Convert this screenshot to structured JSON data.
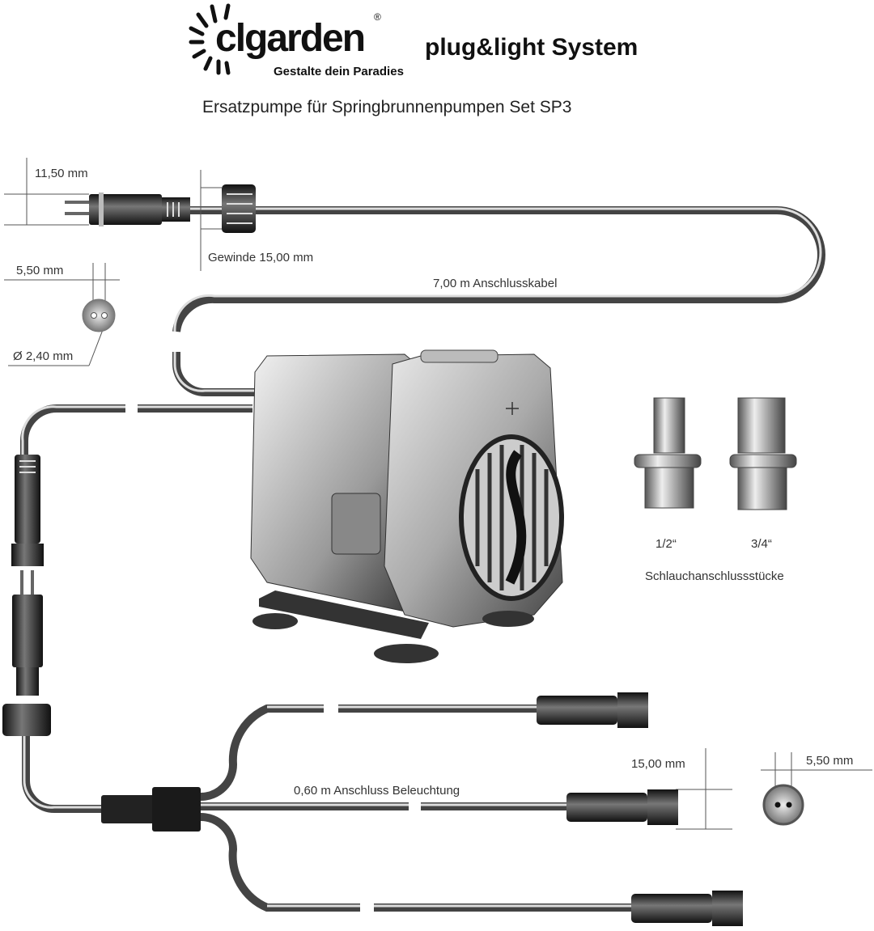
{
  "logo": {
    "brand": "clgarden",
    "registered": "®",
    "tagline": "Gestalte dein Paradies"
  },
  "header": {
    "system": "plug&light System",
    "subtitle": "Ersatzpumpe für Springbrunnenpumpen Set SP3"
  },
  "dimensions": {
    "plug_diameter": "11,50 mm",
    "thread": "Gewinde 15,00 mm",
    "pin_spacing_left": "5,50 mm",
    "pin_diameter": "Ø 2,40 mm",
    "main_cable": "7,00 m Anschlusskabel",
    "socket_diameter": "15,00 mm",
    "pin_spacing_right": "5,50 mm",
    "light_cable": "0,60 m Anschluss Beleuchtung"
  },
  "adapters": {
    "small": "1/2“",
    "large": "3/4“",
    "caption": "Schlauchanschlussstücke"
  },
  "colors": {
    "cable": "#6a6a6a",
    "connector": "#2a2a2a",
    "line": "#555555"
  }
}
